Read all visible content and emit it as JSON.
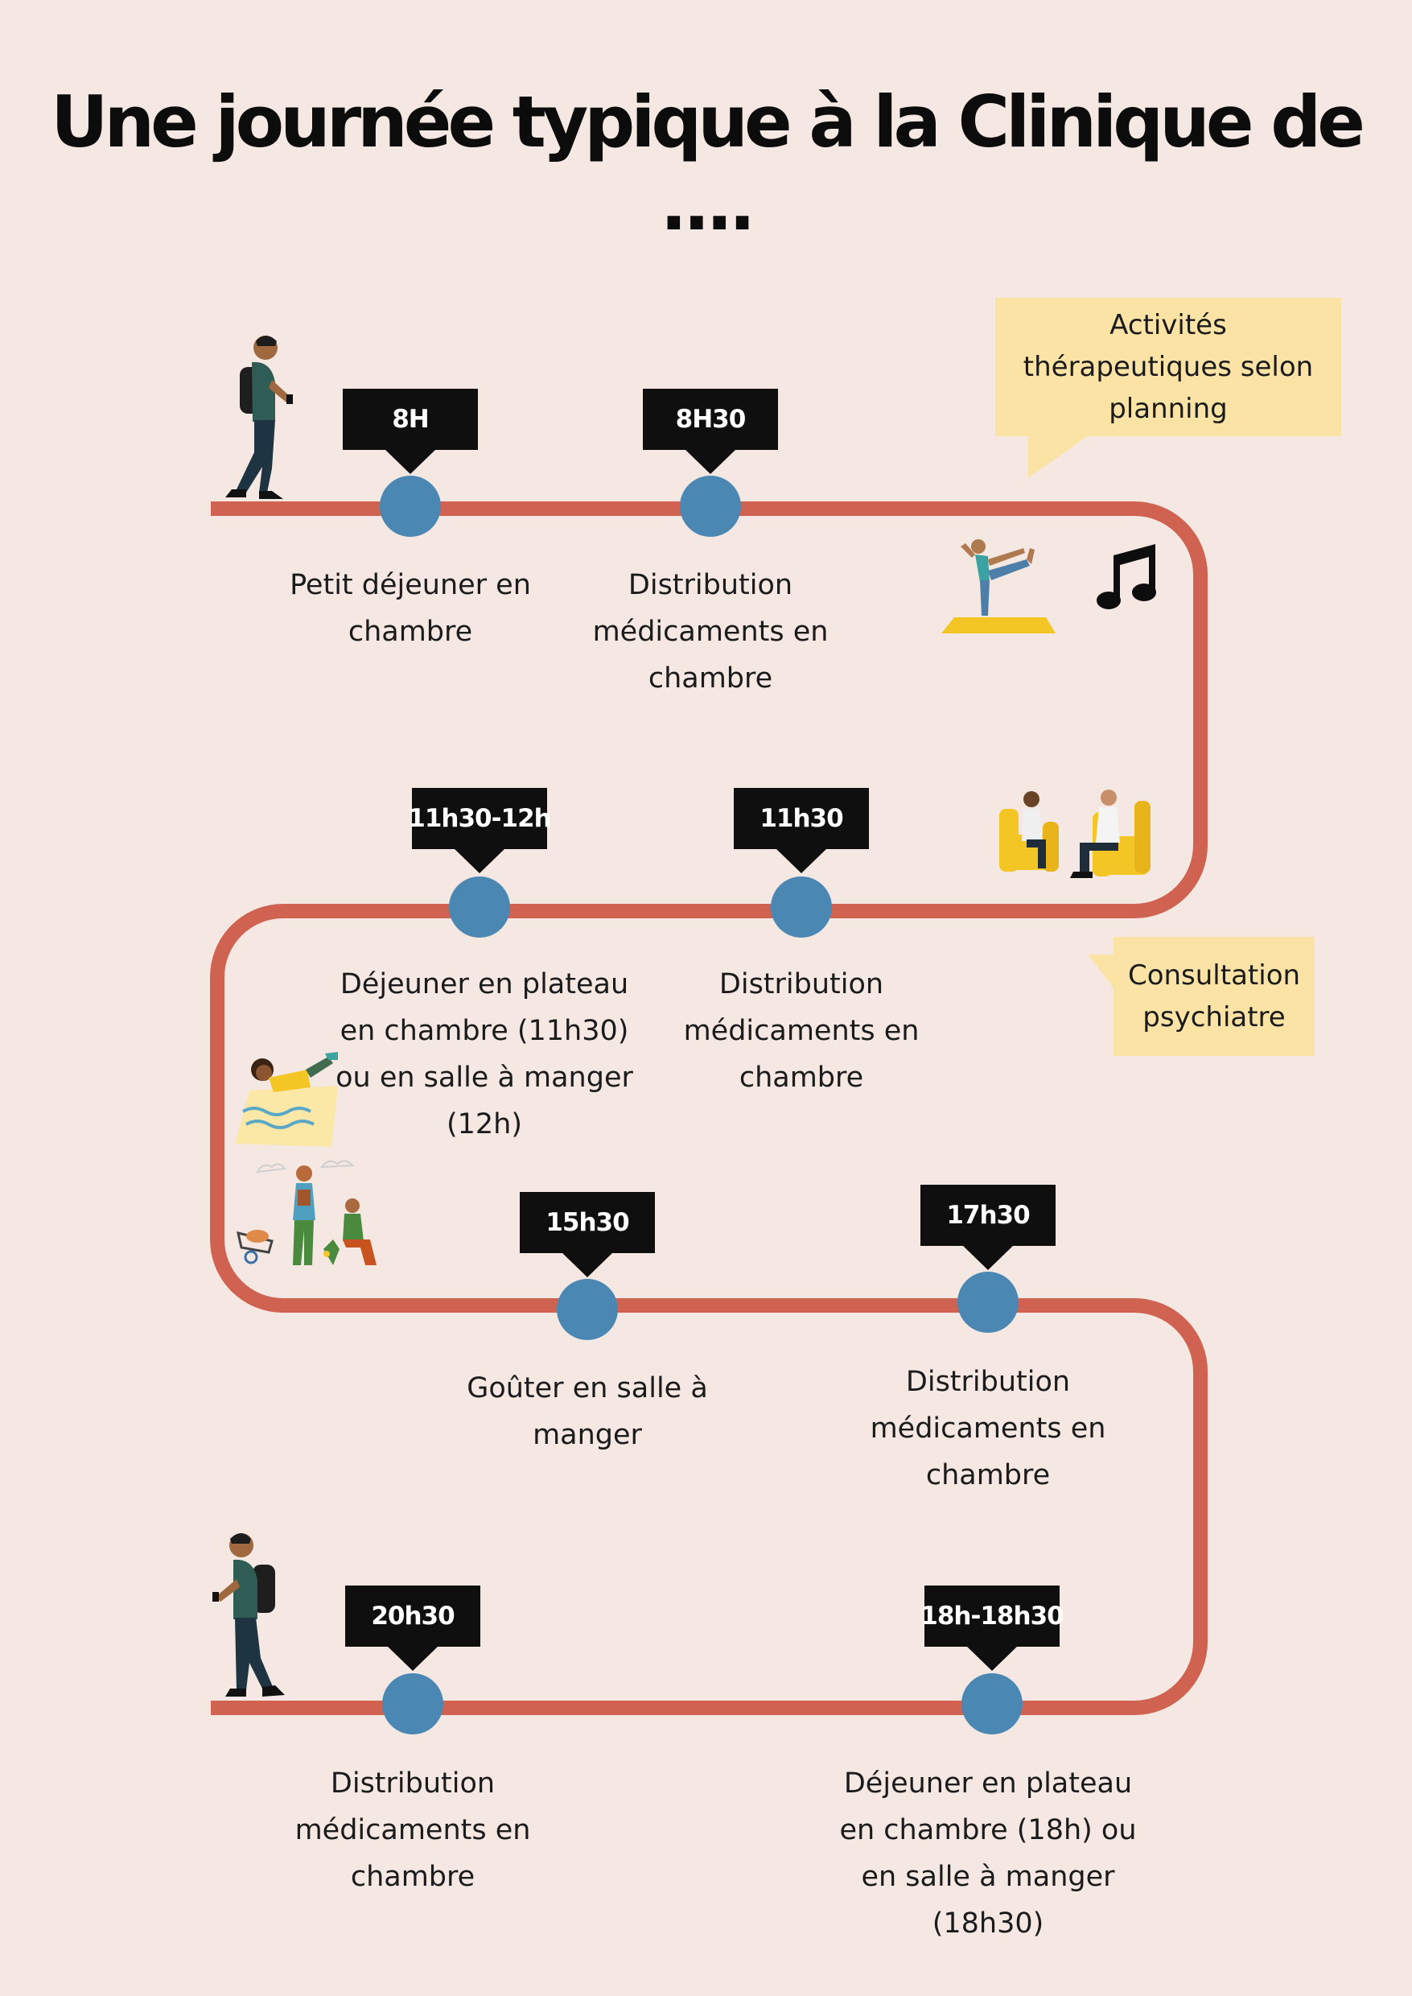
{
  "title": "Une journée typique à la Clinique de ....",
  "colors": {
    "background": "#f5e8e3",
    "track": "#cf6250",
    "node": "#4a88b3",
    "label_bg": "#0f0f0f",
    "bubble": "#fbe3a6",
    "illustration_yellow": "#f4c625"
  },
  "events": [
    {
      "time": "8H",
      "text": "Petit déjeuner en\nchambre"
    },
    {
      "time": "8H30",
      "text": "Distribution\nmédicaments en\nchambre"
    },
    {
      "time": "11h30",
      "text": "Distribution\nmédicaments en\nchambre"
    },
    {
      "time": "11h30-12h",
      "text": "Déjeuner en plateau\nen chambre (11h30)\nou en salle à manger\n(12h)"
    },
    {
      "time": "15h30",
      "text": "Goûter en salle à\nmanger"
    },
    {
      "time": "17h30",
      "text": "Distribution\nmédicaments en\nchambre"
    },
    {
      "time": "18h-18h30",
      "text": "Déjeuner en plateau\nen chambre (18h) ou\nen salle à manger\n(18h30)"
    },
    {
      "time": "20h30",
      "text": "Distribution\nmédicaments en\nchambre"
    }
  ],
  "callouts": {
    "activities": "Activités\nthérapeutiques selon\nplanning",
    "consultation": "Consultation\npsychiatre"
  },
  "icons": [
    "walking-person-icon",
    "yoga-pose-icon",
    "music-note-icon",
    "therapy-session-icon",
    "relaxing-person-icon",
    "gardening-people-icon"
  ]
}
